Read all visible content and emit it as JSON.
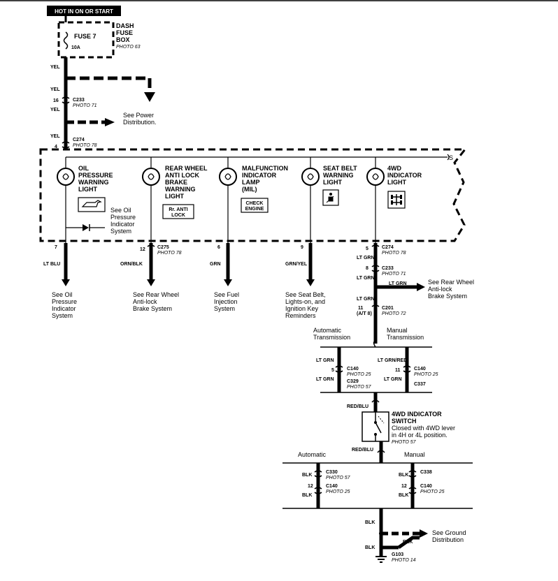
{
  "header": {
    "source_label": "HOT IN ON OR START"
  },
  "fuse_box": {
    "fuse_label": "FUSE 7",
    "fuse_rating": "10A",
    "box_title": [
      "DASH",
      "FUSE",
      "BOX"
    ],
    "photo": "PHOTO 63"
  },
  "top_wires": {
    "w1": "YEL",
    "w2": "YEL",
    "w3": "YEL",
    "w4": "YEL",
    "c233_pin": "16",
    "c233": "C233",
    "c233_photo": "PHOTO 71",
    "power_dist": [
      "See Power",
      "Distribution."
    ],
    "c274_pin": "4",
    "c274": "C274",
    "c274_photo": "PHOTO 78"
  },
  "lights": [
    {
      "title": [
        "OIL",
        "PRESSURE",
        "WARNING",
        "LIGHT"
      ],
      "note": [
        "See Oil",
        "Pressure",
        "Indicator",
        "System"
      ]
    },
    {
      "title": [
        "REAR WHEEL",
        "ANTI LOCK",
        "BRAKE",
        "WARNING",
        "LIGHT"
      ],
      "badge": [
        "Rr. ANTI",
        "LOCK"
      ]
    },
    {
      "title": [
        "MALFUNCTION",
        "INDICATOR",
        "LAMP",
        "(MIL)"
      ],
      "badge": [
        "CHECK",
        "ENGINE"
      ]
    },
    {
      "title": [
        "SEAT BELT",
        "WARNING",
        "LIGHT"
      ]
    },
    {
      "title": [
        "4WD",
        "INDICATOR",
        "LIGHT"
      ]
    }
  ],
  "outputs": [
    {
      "pin": "7",
      "wire": "LT BLU",
      "ref": [
        "See Oil",
        "Pressure",
        "Indicator",
        "System"
      ]
    },
    {
      "pin": "12",
      "wire": "ORN/BLK",
      "conn": "C275",
      "photo": "PHOTO 78",
      "ref": [
        "See Rear Wheel",
        "Anti-lock",
        "Brake System"
      ]
    },
    {
      "pin": "6",
      "wire": "GRN",
      "ref": [
        "See Fuel",
        "Injection",
        "System"
      ]
    },
    {
      "pin": "9",
      "wire": "GRN/YEL",
      "ref": [
        "See Seat Belt,",
        "Lights-on, and",
        "Ignition Key",
        "Reminders"
      ]
    }
  ],
  "indicator_path": {
    "pin_a": "5",
    "conn_a": "C274",
    "photo_a": "PHOTO 78",
    "wire_a": "LT GRN",
    "pin_b": "8",
    "conn_b": "C233",
    "photo_b": "PHOTO 71",
    "wire_b": "LT GRN",
    "branch_wire": "LT GRN",
    "branch_ref": [
      "See Rear Wheel",
      "Anti-lock",
      "Brake System"
    ],
    "wire_c": "LT GRN",
    "pin_c": "11",
    "pin_c_note": "(A/T 8)",
    "conn_c": "C201",
    "photo_c": "PHOTO 72"
  },
  "trans_split_1": {
    "auto_label": [
      "Automatic",
      "Transmission"
    ],
    "manual_label": [
      "Manual",
      "Transmission"
    ],
    "auto": {
      "wire_top": "LT GRN",
      "pin": "5",
      "conn_1": "C140",
      "photo_1": "PHOTO 25",
      "wire_bottom": "LT GRN",
      "conn_2": "C329",
      "photo_2": "PHOTO 57"
    },
    "manual": {
      "wire_top": "LT GRN/RED",
      "pin": "11",
      "conn_1": "C140",
      "photo_1": "PHOTO 25",
      "wire_bottom": "LT GRN",
      "conn_2": "C337"
    }
  },
  "switch": {
    "wire_in": "RED/BLU",
    "title": [
      "4WD INDICATOR",
      "SWITCH"
    ],
    "desc": [
      "Closed with 4WD lever",
      "in 4H or 4L position."
    ],
    "photo": "PHOTO 57",
    "wire_out": "RED/BLU"
  },
  "trans_split_2": {
    "auto_label": "Automatic",
    "manual_label": "Manual",
    "auto": {
      "wire_top": "BLK",
      "conn_1": "C330",
      "photo_1": "PHOTO 57",
      "pin": "12",
      "conn_2": "C140",
      "photo_2": "PHOTO 25",
      "wire_bottom": "BLK"
    },
    "manual": {
      "wire_top": "BLK",
      "conn_1": "C338",
      "pin": "12",
      "conn_2": "C140",
      "photo_2": "PHOTO 25",
      "wire_bottom": "BLK"
    }
  },
  "ground": {
    "wire_1": "BLK",
    "wire_branch": "BLK",
    "wire_2": "BLK",
    "ref": [
      "See Ground",
      "Distribution"
    ],
    "conn": "G103",
    "photo": "PHOTO 14"
  }
}
